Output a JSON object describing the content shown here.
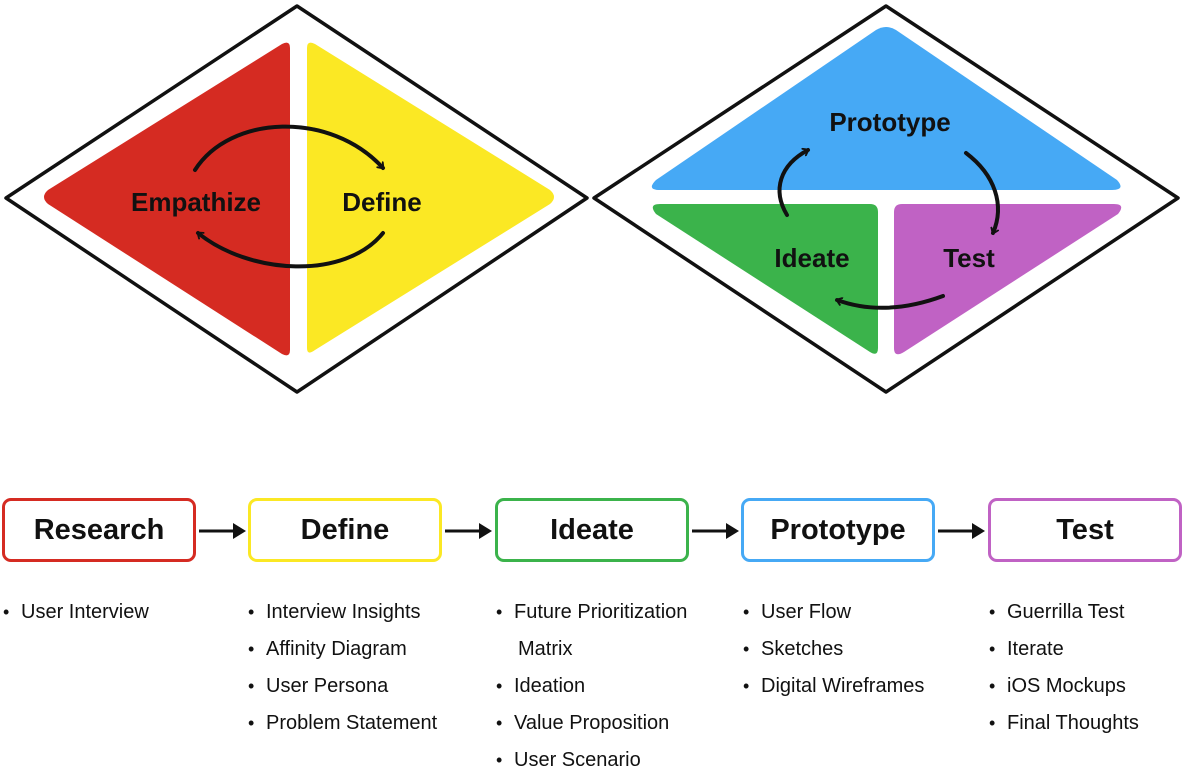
{
  "diagram": {
    "left_diamond": {
      "phases": [
        {
          "label": "Empathize",
          "color": "#d52b22"
        },
        {
          "label": "Define",
          "color": "#fbe824"
        }
      ]
    },
    "right_diamond": {
      "phases": [
        {
          "label": "Prototype",
          "color": "#46a9f5"
        },
        {
          "label": "Ideate",
          "color": "#3bb34b"
        },
        {
          "label": "Test",
          "color": "#c062c4"
        }
      ]
    }
  },
  "stages": [
    {
      "title": "Research",
      "border_color": "#d52b22",
      "items": [
        "User Interview"
      ]
    },
    {
      "title": "Define",
      "border_color": "#fbe824",
      "items": [
        "Interview Insights",
        "Affinity Diagram",
        "User Persona",
        "Problem Statement"
      ]
    },
    {
      "title": "Ideate",
      "border_color": "#3bb34b",
      "items": [
        "Future Prioritization",
        "Matrix",
        "Ideation",
        "Value Proposition",
        "User Scenario"
      ]
    },
    {
      "title": "Prototype",
      "border_color": "#46a9f5",
      "items": [
        "User Flow",
        "Sketches",
        "Digital Wireframes"
      ]
    },
    {
      "title": "Test",
      "border_color": "#c062c4",
      "items": [
        "Guerrilla Test",
        "Iterate",
        "iOS Mockups",
        "Final Thoughts"
      ]
    }
  ]
}
